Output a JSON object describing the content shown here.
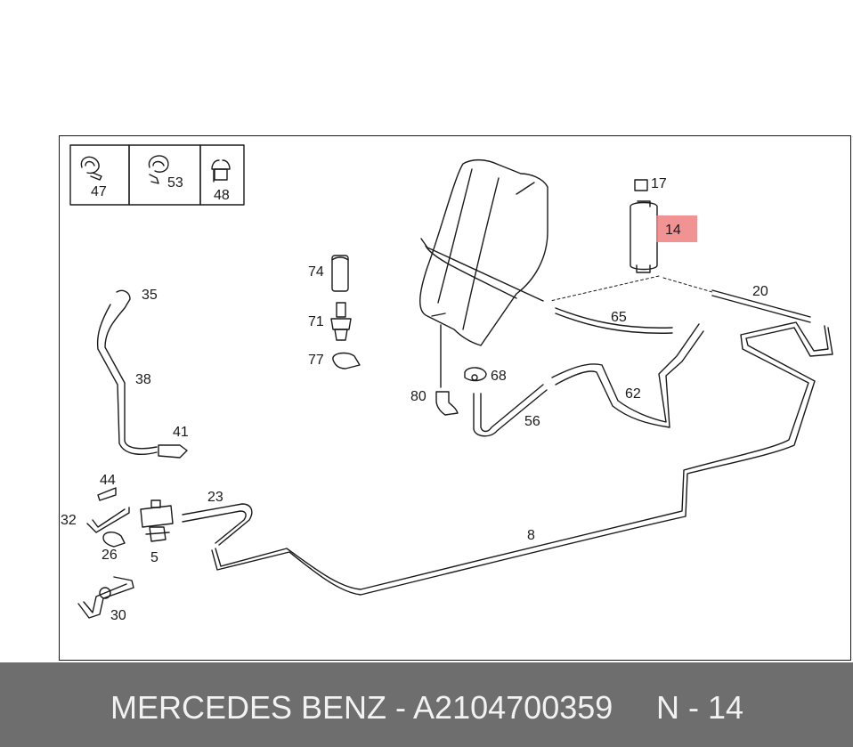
{
  "callouts": [
    "47",
    "53",
    "48",
    "17",
    "14",
    "74",
    "71",
    "77",
    "35",
    "38",
    "41",
    "20",
    "65",
    "68",
    "80",
    "56",
    "62",
    "44",
    "32",
    "26",
    "5",
    "23",
    "8",
    "30"
  ],
  "highlight_color": "#f08080",
  "footer": {
    "part_text": "MERCEDES BENZ - A2104700359",
    "position_text": "N - 14"
  }
}
